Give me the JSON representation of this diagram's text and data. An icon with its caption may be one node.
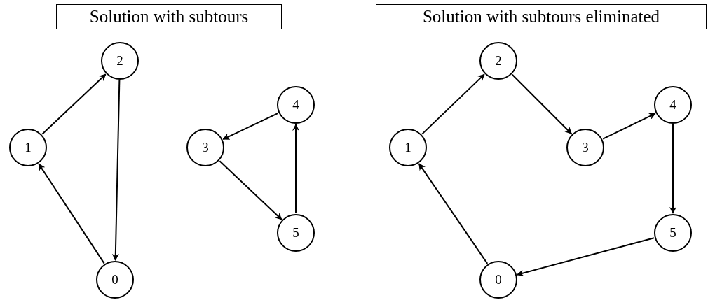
{
  "diagram": {
    "nodes": [
      {
        "text": [
          "Solution with subtours"
        ]
      },
      {
        "text": [
          "2"
        ]
      },
      {
        "text": [
          "1"
        ]
      },
      {
        "text": [
          "3"
        ]
      },
      {
        "text": [
          "4"
        ]
      },
      {
        "text": [
          "5"
        ]
      },
      {
        "text": [
          "0"
        ]
      },
      {
        "text": [
          "Solution with subtours eliminated"
        ]
      },
      {
        "text": [
          "2"
        ]
      },
      {
        "text": [
          "1"
        ]
      },
      {
        "text": [
          "3"
        ]
      },
      {
        "text": [
          "4"
        ]
      },
      {
        "text": [
          "5"
        ]
      },
      {
        "text": [
          "0"
        ]
      }
    ],
    "edges": [
      {
        "from": 2,
        "to": 1,
        "arrow": "to"
      },
      {
        "from": 1,
        "to": 6,
        "arrow": "to"
      },
      {
        "from": 6,
        "to": 2,
        "arrow": "to"
      },
      {
        "from": 4,
        "to": 3,
        "arrow": "to"
      },
      {
        "from": 3,
        "to": 5,
        "arrow": "to"
      },
      {
        "from": 5,
        "to": 4,
        "arrow": "to"
      },
      {
        "from": 9,
        "to": 8,
        "arrow": "to"
      },
      {
        "from": 8,
        "to": 10,
        "arrow": "to"
      },
      {
        "from": 10,
        "to": 11,
        "arrow": "to"
      },
      {
        "from": 11,
        "to": 12,
        "arrow": "to"
      },
      {
        "from": 12,
        "to": 13,
        "arrow": "to"
      },
      {
        "from": 13,
        "to": 9,
        "arrow": "to"
      }
    ]
  }
}
